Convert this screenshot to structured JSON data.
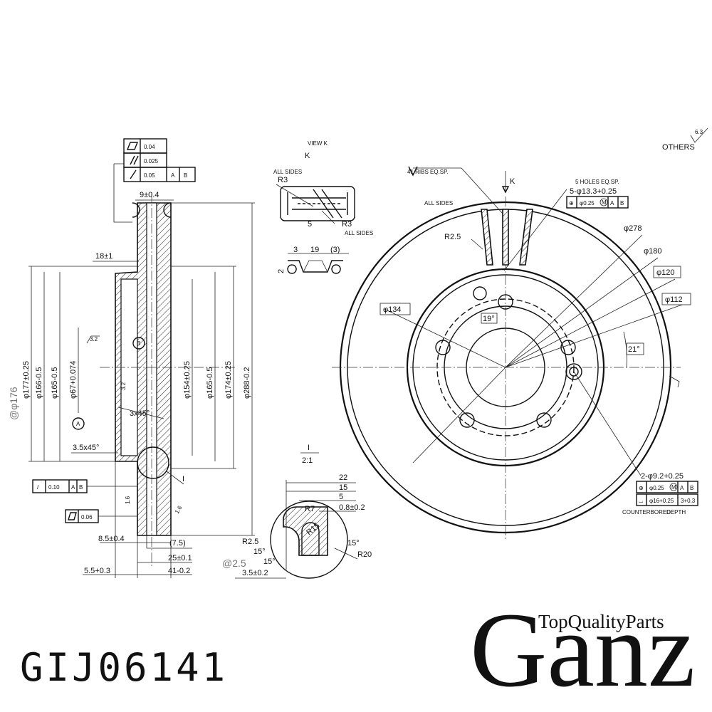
{
  "part_number": "GIJ06141",
  "brand": {
    "tagline": "TopQualityParts",
    "name": "Ganz"
  },
  "section": {
    "tolerance_frame": {
      "flatness": "0.04",
      "parallelism": "0.025",
      "runout": "0.05",
      "datum_a": "A",
      "datum_b": "B"
    },
    "top_dim": "9±0.4",
    "hub_step": "18±1",
    "dia_labels": [
      "φ177±0.25",
      "φ166-0.5",
      "φ165-0.5",
      "φ67+0.074",
      "φ154±0.25",
      "φ165-0.5",
      "φ174±0.25",
      "φ288-0.2"
    ],
    "gauge_dia": "@φ176",
    "chamfer_1": "3x45°",
    "chamfer_2": "3.5x45°",
    "rough_1": "3.2",
    "rough_2": "3.2",
    "datum_b_label": "B",
    "datum_a_label": "A",
    "runout_frame": {
      "sym": "/",
      "value": "0.10",
      "datum_a": "A",
      "datum_b": "B"
    },
    "flat_frame": {
      "value": "0.06"
    },
    "bottom_dims": [
      "8.5±0.4",
      "(7.5)",
      "25±0.1",
      "5.5+0.3",
      "41-0.2"
    ],
    "rough_3": "1.6",
    "rough_4": "1.6",
    "detail_ref": "I"
  },
  "view_k": {
    "title": "VIEW K",
    "letter": "K",
    "all_sides_1": "ALL SIDES",
    "r3_a": "R3",
    "r3_b": "R3",
    "dim_5": "5",
    "all_sides_2": "ALL SIDES",
    "rib_dims": [
      "3",
      "19",
      "(3)"
    ],
    "rib_height": "2"
  },
  "detail": {
    "title": "I",
    "scale": "2:1",
    "dims": [
      "22",
      "15",
      "5",
      "0.8±0.2",
      "R7",
      "R15",
      "15°",
      "R20",
      "R2.5",
      "15°",
      "15°",
      "3.5±0.2"
    ],
    "gauge": "@2.5"
  },
  "front": {
    "ribs_note": "41 RIBS EQ.SP.",
    "all_sides": "ALL SIDES",
    "view_arrow": "K",
    "holes_note": "5 HOLES EQ.SP.",
    "holes_dia": "5-φ13.3+0.25",
    "hole_pos": {
      "sym": "⊕",
      "value": "φ0.25",
      "mod": "M",
      "datum_a": "A",
      "datum_b": "B"
    },
    "fillet": "R2.5",
    "dia_labels": [
      "φ278",
      "φ180",
      "φ120",
      "φ112",
      "φ134"
    ],
    "angle_1": "19°",
    "angle_2": "21°",
    "small_holes": "2-φ9.2+0.25",
    "small_pos": {
      "sym": "⊕",
      "value": "φ0.25",
      "mod": "M",
      "datum_a": "A",
      "datum_b": "B"
    },
    "counterbore": "φ16+0.25",
    "cb_depth": "3+0.3",
    "cb_labels": [
      "COUNTERBORED",
      "DEPTH"
    ],
    "others": "OTHERS",
    "others_rough": "6.3"
  }
}
